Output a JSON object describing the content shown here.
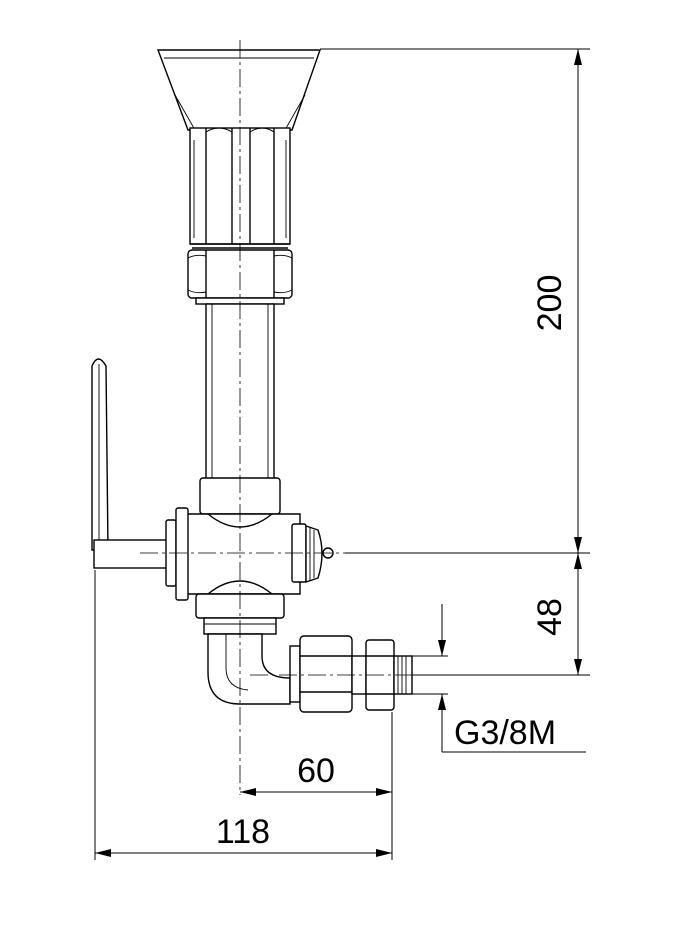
{
  "dimensions": {
    "height_total": "200",
    "height_lower": "48",
    "width_outlet": "60",
    "width_total": "118",
    "thread": "G3/8M"
  },
  "colors": {
    "line": "#000000",
    "background": "#ffffff"
  }
}
